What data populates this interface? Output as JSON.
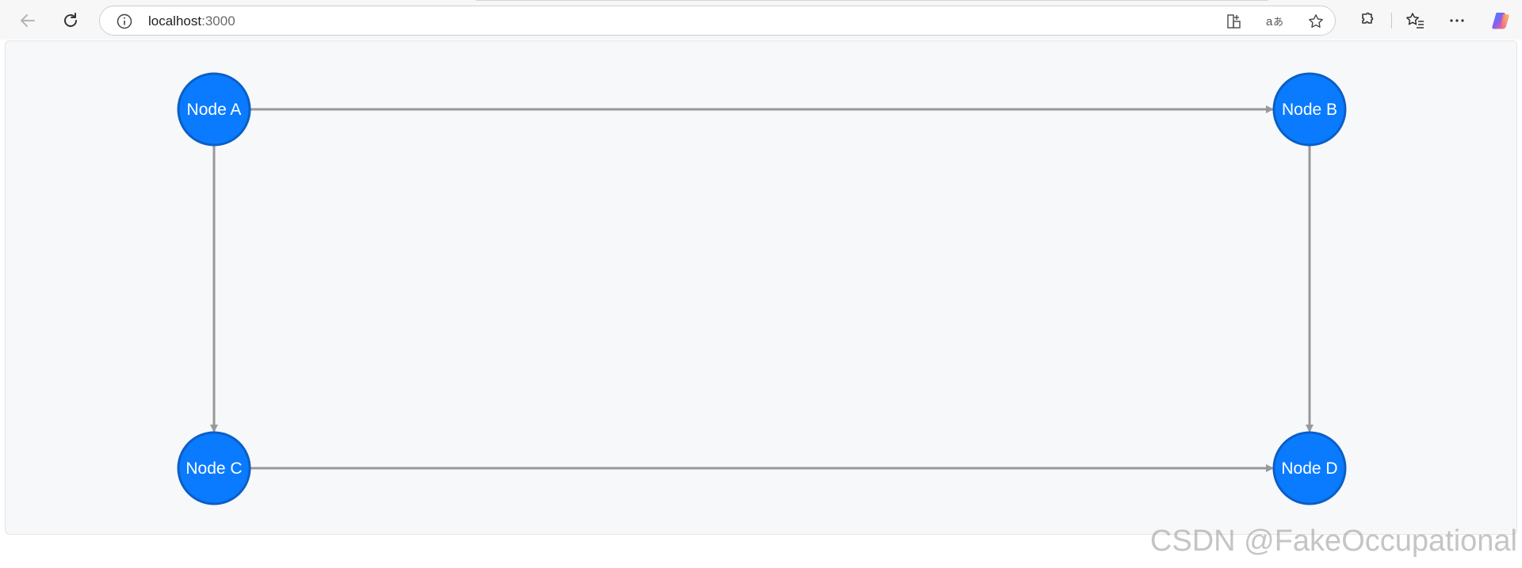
{
  "browser": {
    "url_host": "localhost",
    "url_port": ":3000"
  },
  "diagram": {
    "nodes": [
      {
        "id": "A",
        "label": "Node A"
      },
      {
        "id": "B",
        "label": "Node B"
      },
      {
        "id": "C",
        "label": "Node C"
      },
      {
        "id": "D",
        "label": "Node D"
      }
    ],
    "edges": [
      {
        "from": "A",
        "to": "B"
      },
      {
        "from": "A",
        "to": "C"
      },
      {
        "from": "B",
        "to": "D"
      },
      {
        "from": "C",
        "to": "D"
      }
    ],
    "colors": {
      "node_fill": "#0a7bff",
      "node_stroke": "#0a5fc7",
      "edge": "#999999"
    }
  },
  "watermark": "CSDN @FakeOccupational"
}
